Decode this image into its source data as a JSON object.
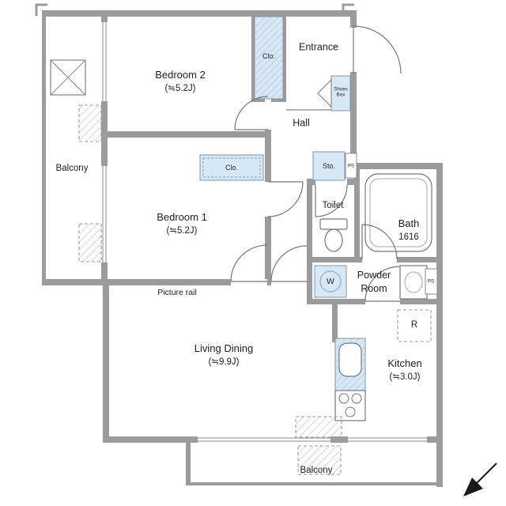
{
  "plan": {
    "rooms": {
      "bedroom2": {
        "name": "Bedroom 2",
        "size": "(≒5.2J)"
      },
      "bedroom1": {
        "name": "Bedroom 1",
        "size": "(≒5.2J)"
      },
      "living_dining": {
        "name": "Living Dining",
        "size": "(≒9.9J)"
      },
      "kitchen": {
        "name": "Kitchen",
        "size": "(≒3.0J)"
      },
      "entrance": {
        "name": "Entrance"
      },
      "hall": {
        "name": "Hall"
      },
      "toilet": {
        "name": "Toilet"
      },
      "bath": {
        "name": "Bath",
        "size": "1616"
      },
      "powder_room": {
        "name": "Powder Room"
      },
      "balcony_left": {
        "name": "Balcony"
      },
      "balcony_bottom": {
        "name": "Balcony"
      }
    },
    "fixtures": {
      "closet_bedroom2": "Clo.",
      "closet_bedroom1": "Clo.",
      "storage": "Sto.",
      "shoes_box": "Shoes Box",
      "washing_machine": "W",
      "refrigerator": "R",
      "pipe_space_upper": "PS",
      "pipe_space_lower": "PS",
      "picture_rail": "Picture rail"
    },
    "colors": {
      "wall": "#9b9b9b",
      "fixture_fill": "#d6e8f5",
      "line": "#777777",
      "text": "#222222"
    }
  }
}
